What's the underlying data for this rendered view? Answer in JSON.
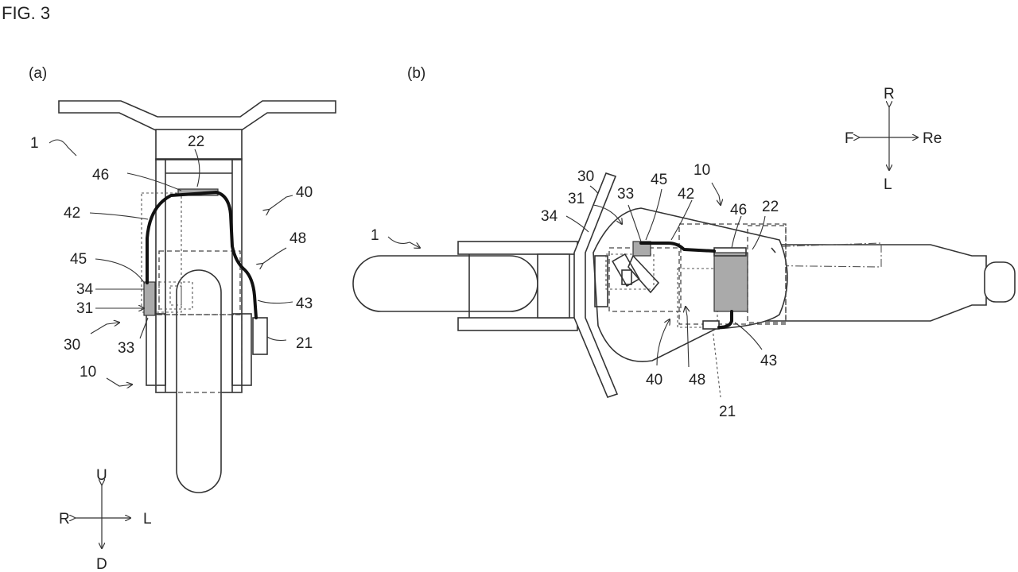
{
  "figure": {
    "title": "FIG. 3"
  },
  "view_a": {
    "panel_label": "(a)",
    "labels": {
      "ref_1": "1",
      "ref_22": "22",
      "ref_46": "46",
      "ref_40": "40",
      "ref_42": "42",
      "ref_48": "48",
      "ref_45": "45",
      "ref_34": "34",
      "ref_31": "31",
      "ref_43": "43",
      "ref_30": "30",
      "ref_33": "33",
      "ref_21": "21",
      "ref_10": "10"
    },
    "compass": {
      "up": "U",
      "down": "D",
      "left": "R",
      "right": "L"
    }
  },
  "view_b": {
    "panel_label": "(b)",
    "labels": {
      "ref_1": "1",
      "ref_30": "30",
      "ref_31": "31",
      "ref_33": "33",
      "ref_34": "34",
      "ref_45": "45",
      "ref_10": "10",
      "ref_42": "42",
      "ref_46": "46",
      "ref_22": "22",
      "ref_40": "40",
      "ref_48": "48",
      "ref_43": "43",
      "ref_21": "21"
    },
    "compass": {
      "up": "R",
      "down": "L",
      "left": "F",
      "right": "Re"
    }
  }
}
